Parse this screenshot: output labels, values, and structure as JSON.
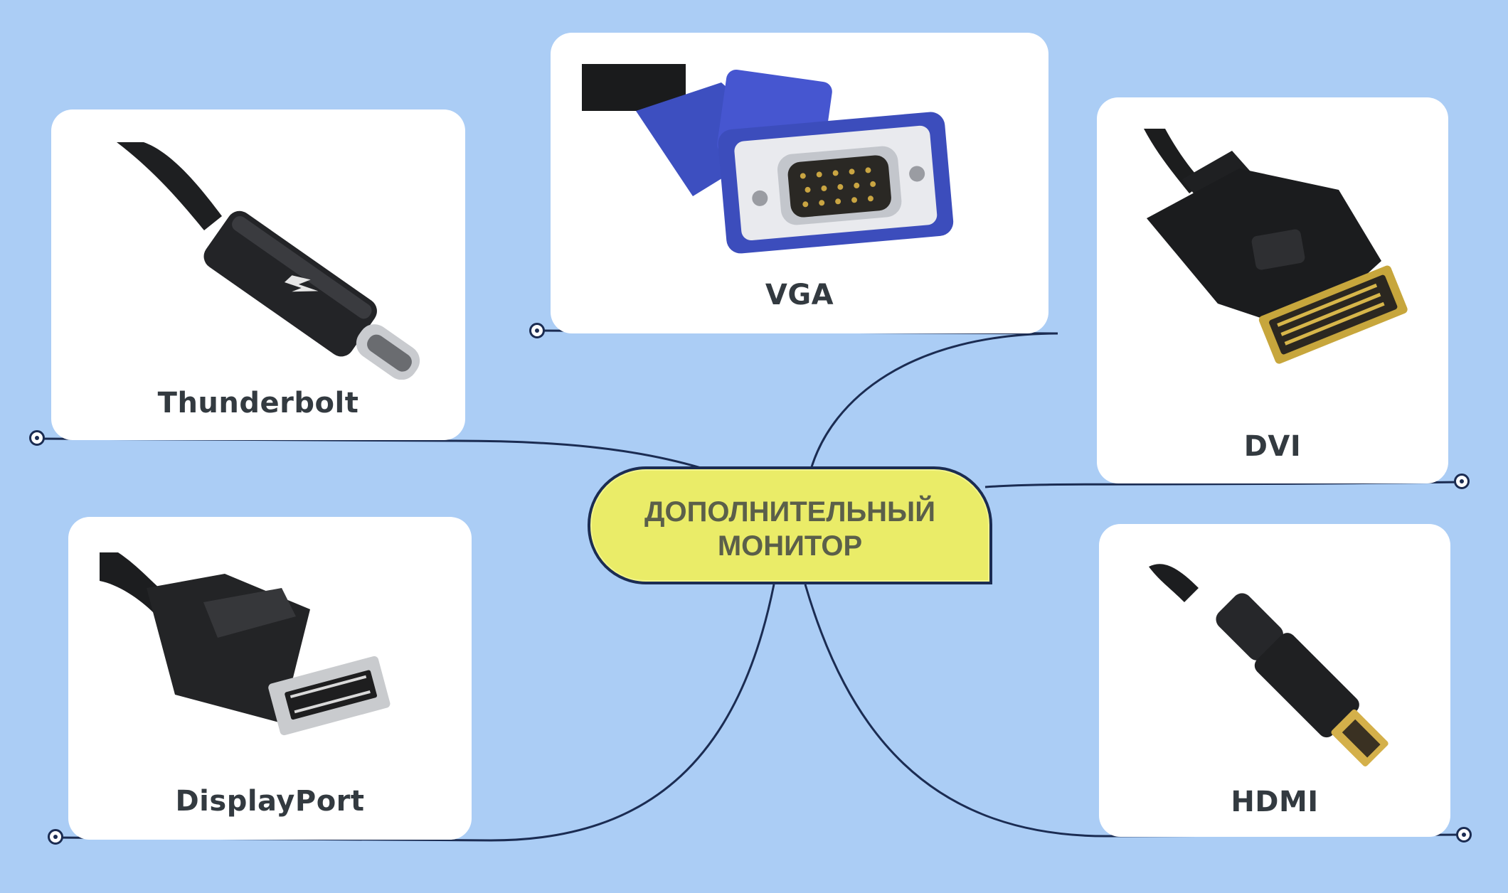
{
  "center": {
    "line1": "ДОПОЛНИТЕЛЬНЫЙ",
    "line2": "МОНИТОР"
  },
  "connectors": {
    "thunderbolt": "Thunderbolt",
    "vga": "VGA",
    "dvi": "DVI",
    "displayport": "DisplayPort",
    "hdmi": "HDMI"
  },
  "colors": {
    "background": "#abcdf5",
    "card": "#ffffff",
    "center_fill": "#eaec68",
    "line": "#1b2c52"
  }
}
